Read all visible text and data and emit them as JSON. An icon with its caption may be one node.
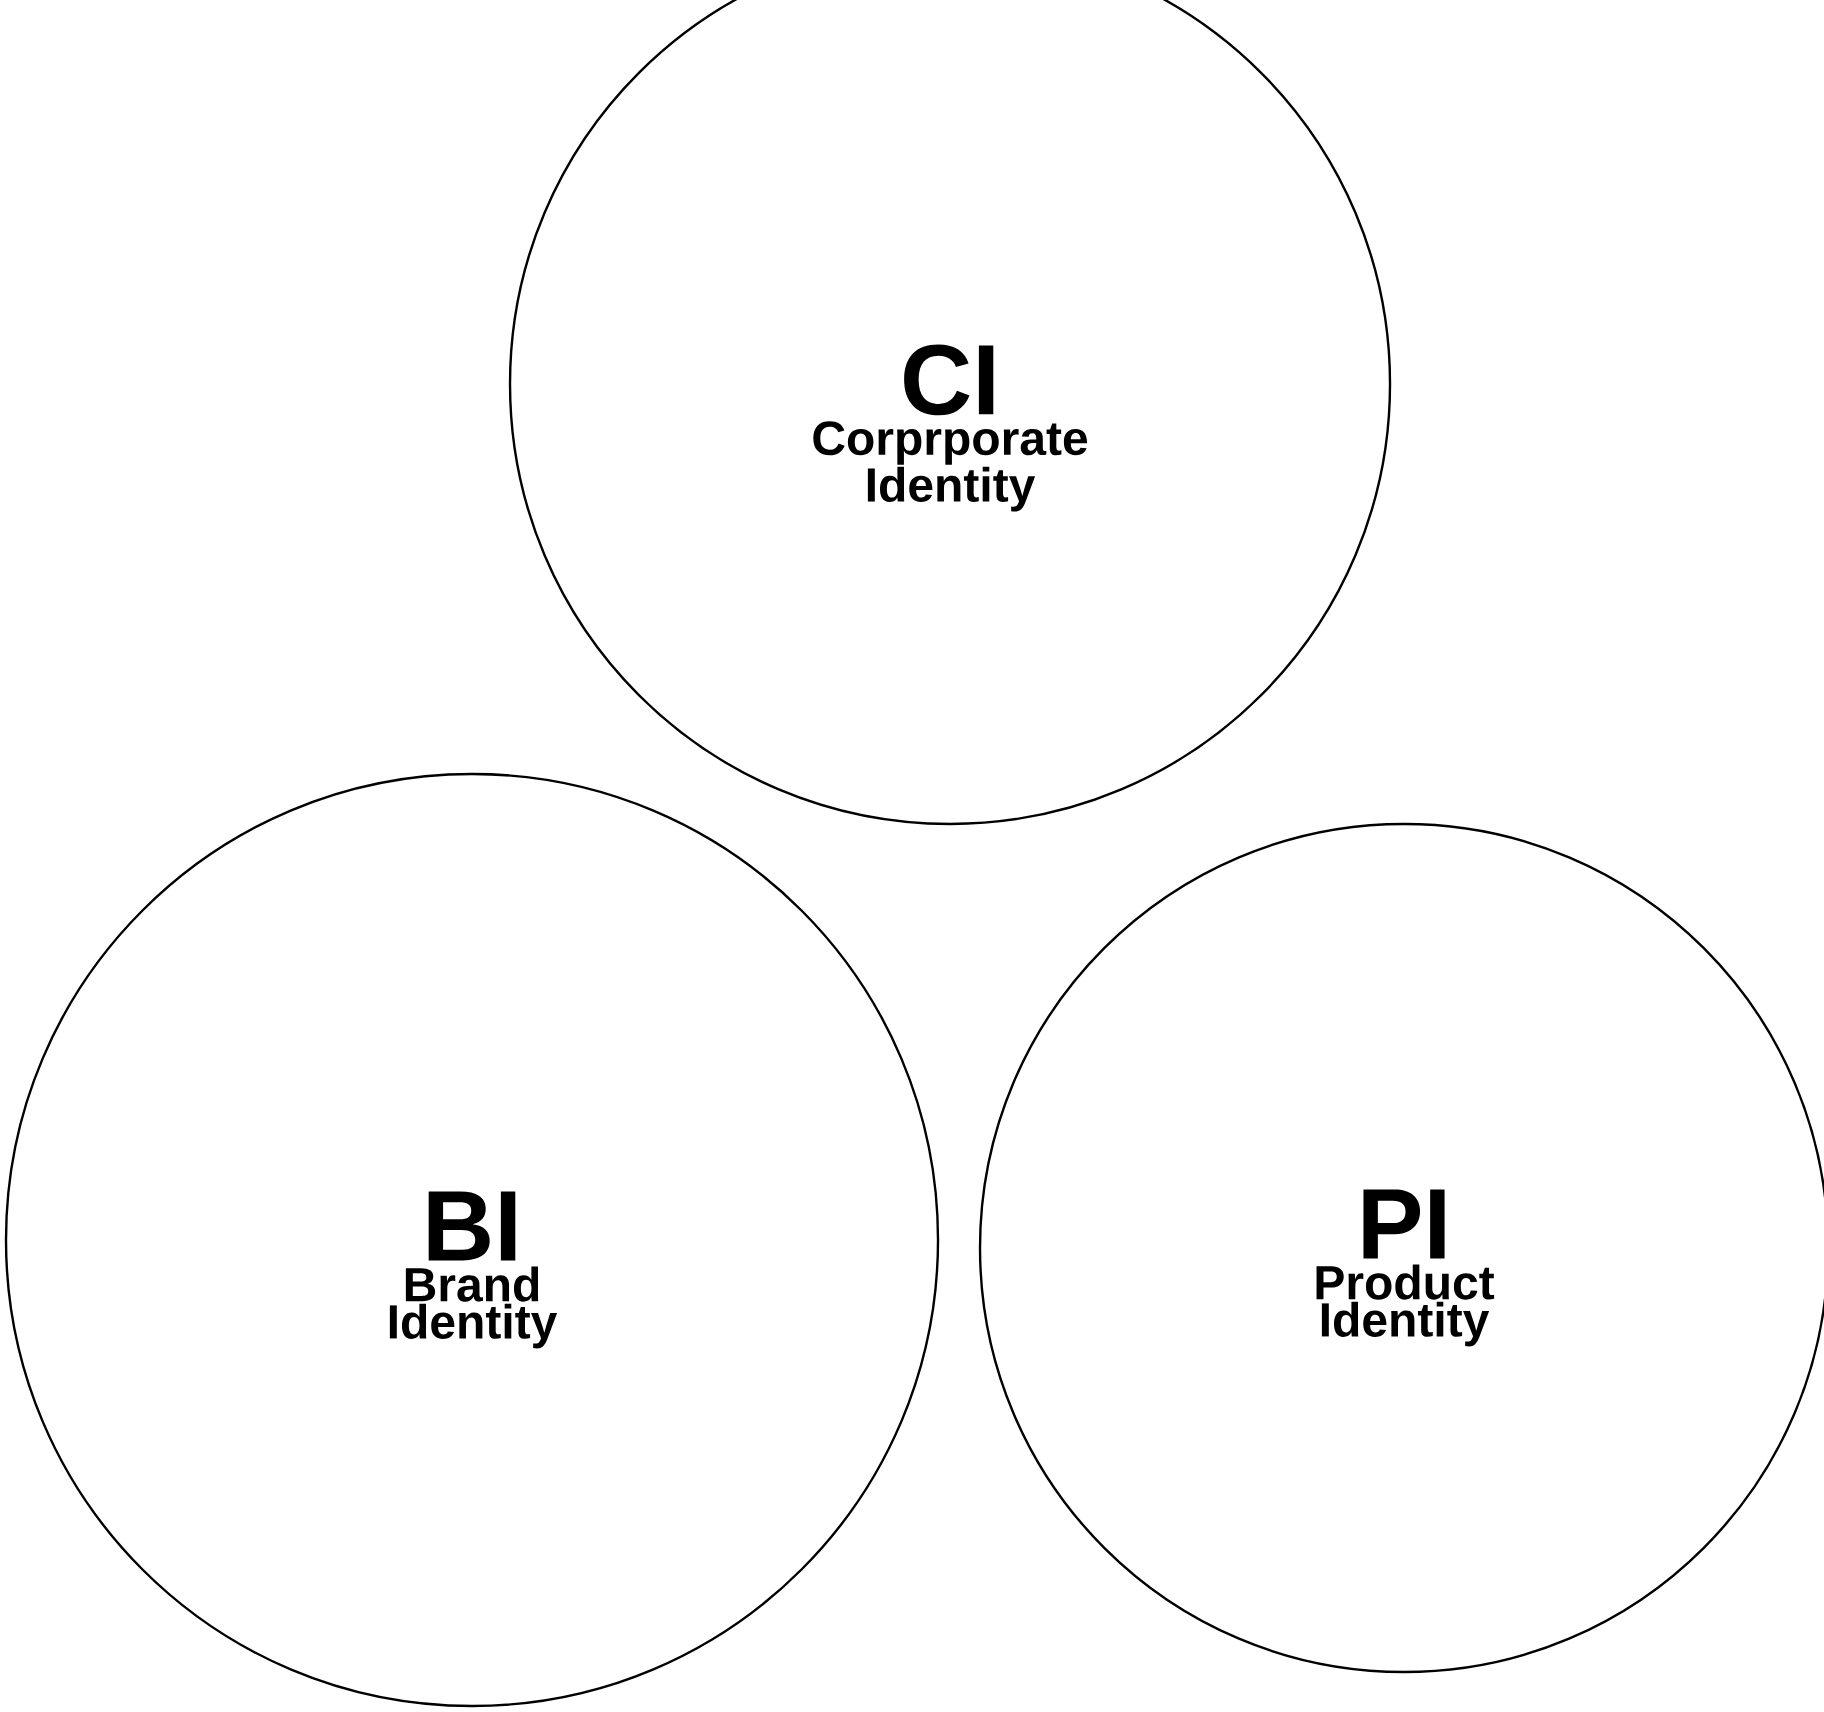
{
  "diagram": {
    "nodes": [
      {
        "text": [
          "CI",
          "Corprporate Identity"
        ]
      },
      {
        "text": [
          "BI",
          "Brand Identity"
        ]
      },
      {
        "text": [
          "PI",
          "Product Identity"
        ]
      }
    ]
  }
}
